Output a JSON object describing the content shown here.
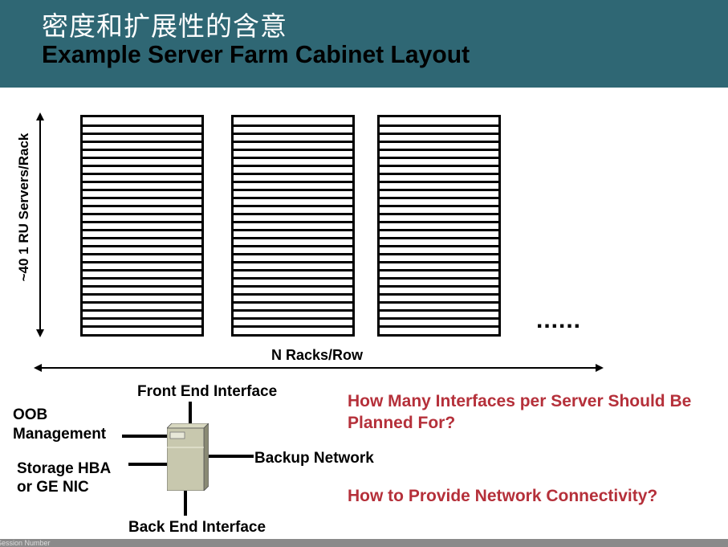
{
  "header": {
    "title_cn": "密度和扩展性的含意",
    "title_en": "Example Server Farm Cabinet Layout",
    "color": "#2f6774"
  },
  "diagram": {
    "vertical_label": "~40 1 RU Servers/Rack",
    "horizontal_label": "N Racks/Row",
    "ellipsis": "......",
    "racks_shown": 3,
    "slots_per_rack": 27,
    "server": {
      "front": "Front End Interface",
      "oob": "OOB Management",
      "oob_line1": "OOB",
      "oob_line2": "Management",
      "storage_line1": "Storage HBA",
      "storage_line2": "or GE NIC",
      "backup": "Backup Network",
      "back": "Back End Interface"
    }
  },
  "questions": {
    "q1": "How Many Interfaces per Server Should Be Planned For?",
    "q2": "How to Provide Network Connectivity?",
    "color": "#b5303a"
  },
  "footer": {
    "text": "Session Number"
  }
}
